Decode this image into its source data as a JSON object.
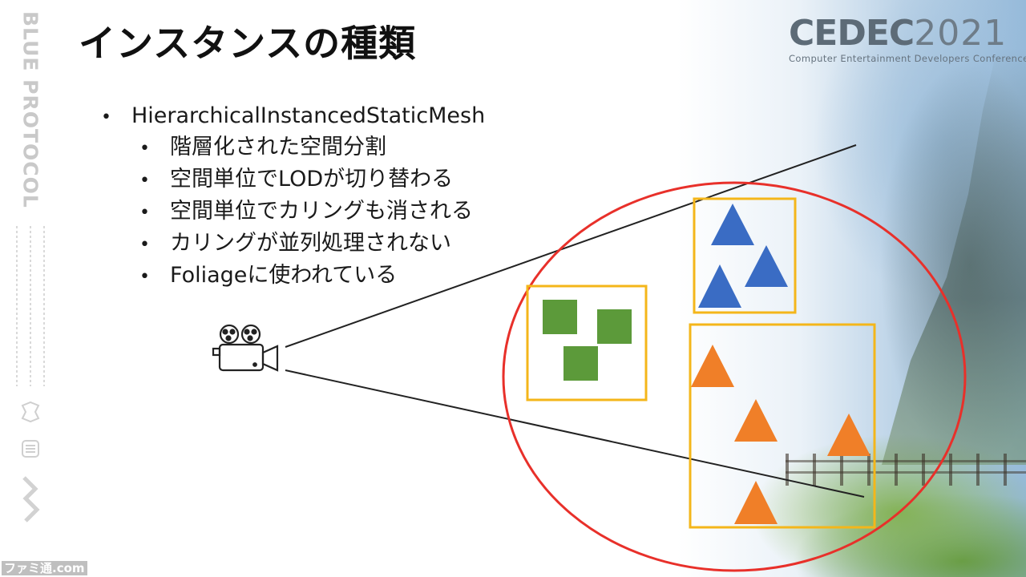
{
  "title": "インスタンスの種類",
  "branding": {
    "vertical_logo": "BLUE PROTOCOL",
    "cedec_mark": "CEDEC",
    "cedec_year": "2021",
    "cedec_subtitle": "Computer Entertainment Developers Conference",
    "watermark": "ファミ通.com"
  },
  "bullets": {
    "main": "HierarchicalInstancedStaticMesh",
    "sub": [
      "階層化された空間分割",
      "空間単位でLODが切り替わる",
      "空間単位でカリングも消される",
      "カリングが並列処理されない",
      "Foliageに使われている"
    ]
  },
  "diagram": {
    "camera_icon": "movie-camera-icon",
    "colors": {
      "frustum_line": "#222222",
      "cull_circle": "#e8302a",
      "group_box": "#f4b61a",
      "green_square": "#5c9a3a",
      "blue_triangle": "#3a6cc4",
      "orange_triangle": "#f07f28"
    },
    "groups": [
      {
        "name": "green-square-group",
        "shape": "square",
        "count": 3
      },
      {
        "name": "blue-triangle-group",
        "shape": "triangle",
        "count": 3
      },
      {
        "name": "orange-triangle-group",
        "shape": "triangle",
        "count": 4
      }
    ]
  }
}
